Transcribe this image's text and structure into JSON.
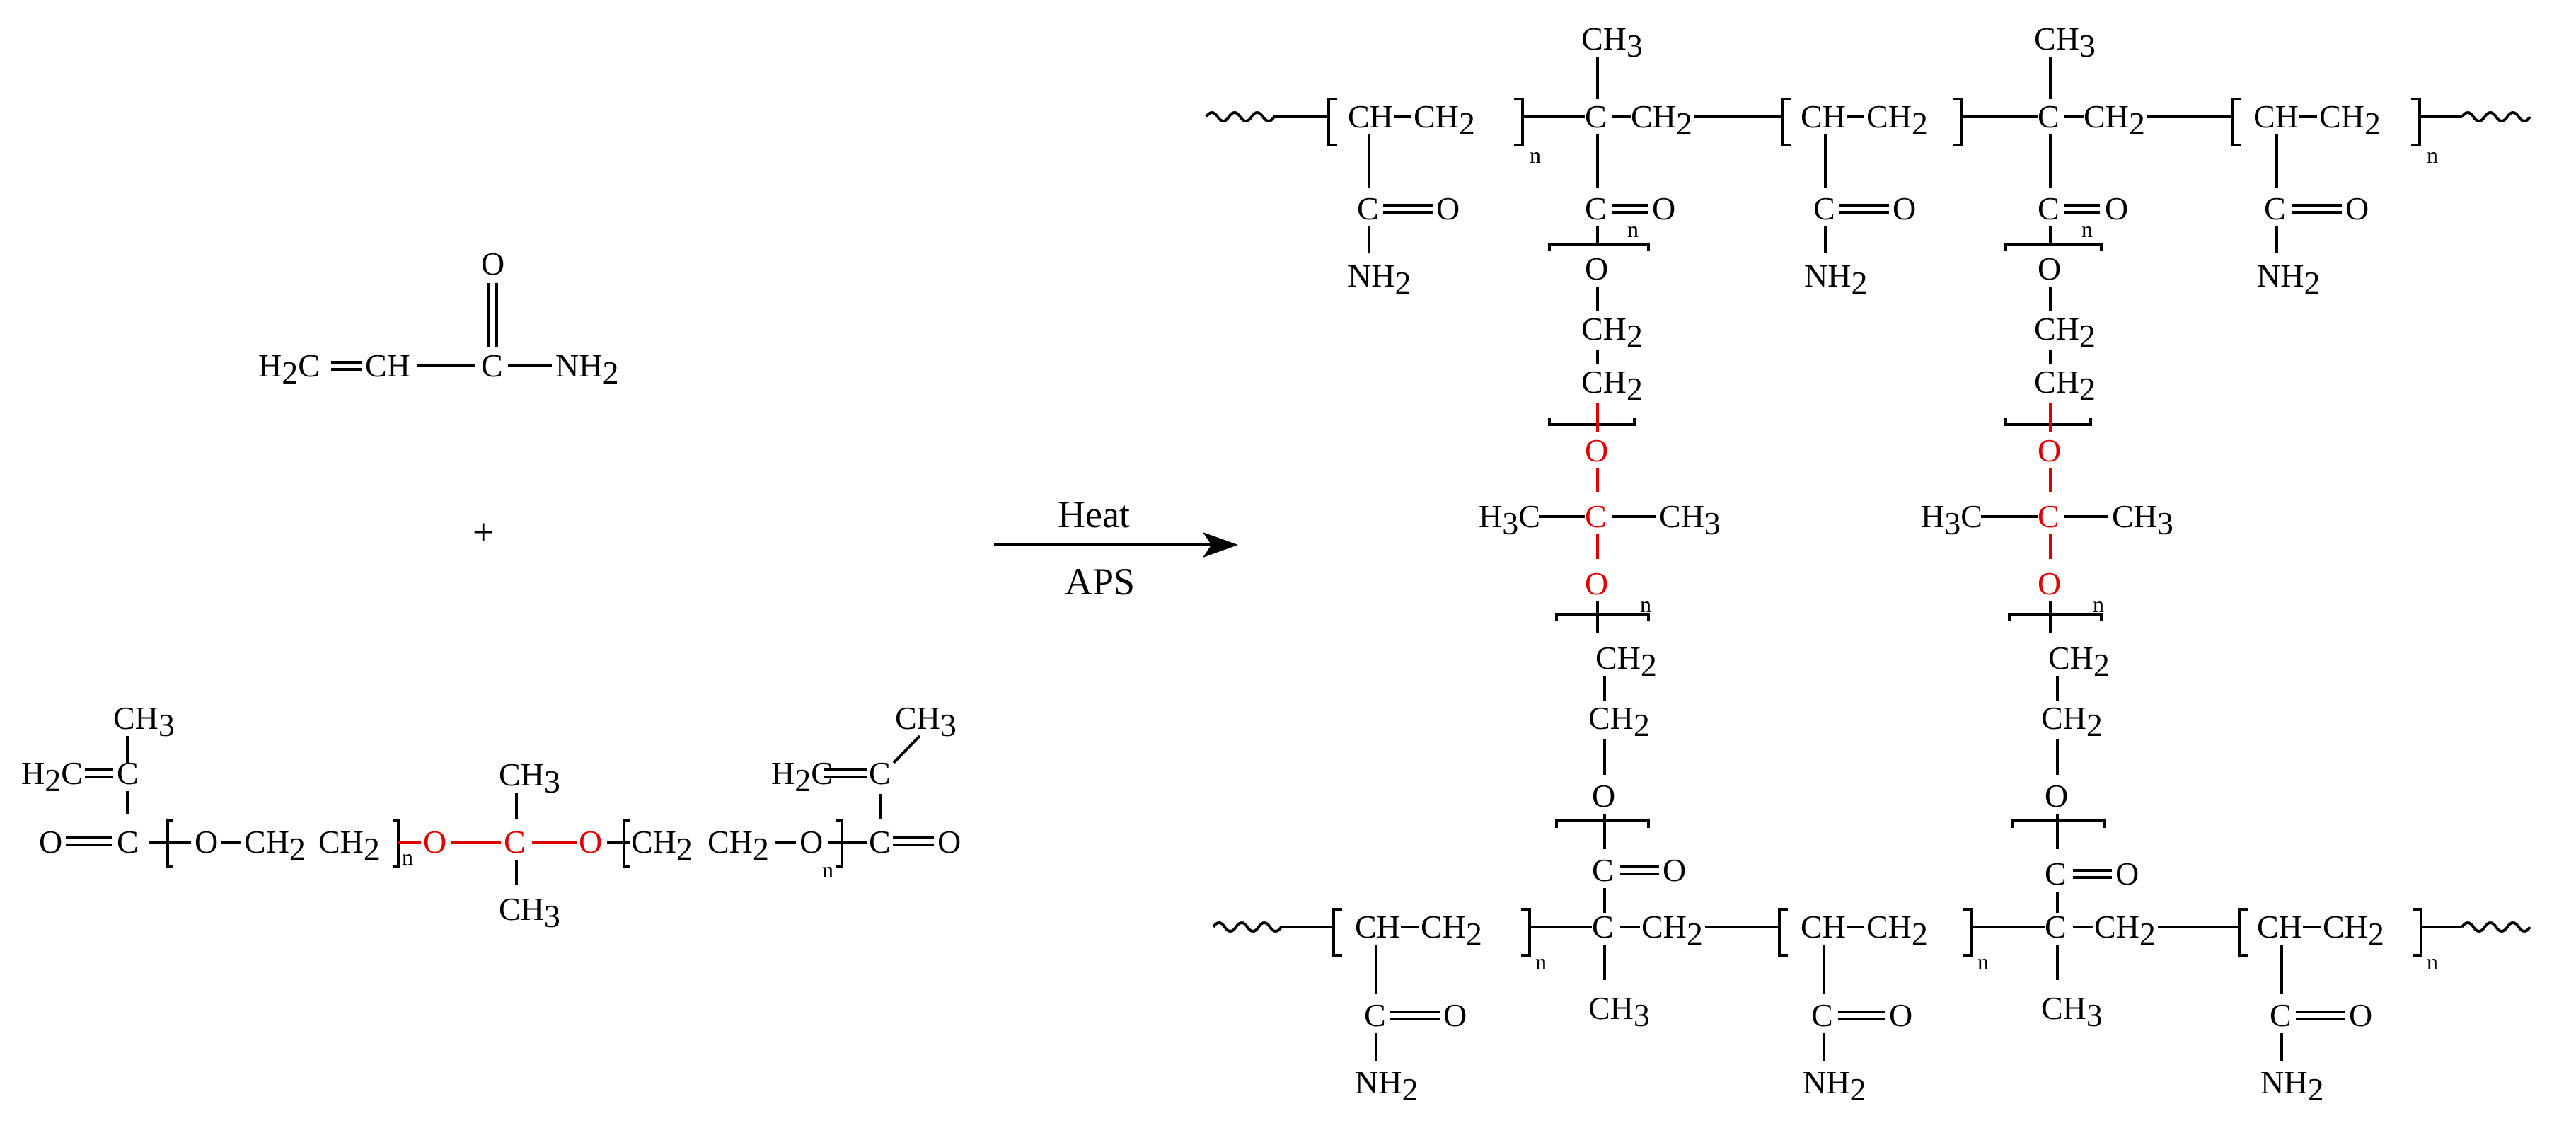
{
  "reaction": {
    "conditions": {
      "above_arrow": "Heat",
      "below_arrow": "APS"
    },
    "plus_sign": "+",
    "reactant_1": {
      "left": "H2C",
      "mid": "CH",
      "carbonyl_c": "C",
      "carbonyl_o": "O",
      "amide": "NH2"
    },
    "reactant_2": {
      "ch3": "CH3",
      "h2c": "H2C",
      "c": "C",
      "o": "O",
      "ch2": "CH2",
      "repeat_n": "n"
    },
    "product": {
      "ch": "CH",
      "ch2": "CH2",
      "c": "C",
      "o": "O",
      "ch3": "CH3",
      "h3c": "H3C",
      "nh2": "NH2",
      "repeat_n": "n"
    }
  },
  "colors": {
    "ink": "#000000",
    "highlight": "#e00000",
    "background": "#ffffff"
  }
}
